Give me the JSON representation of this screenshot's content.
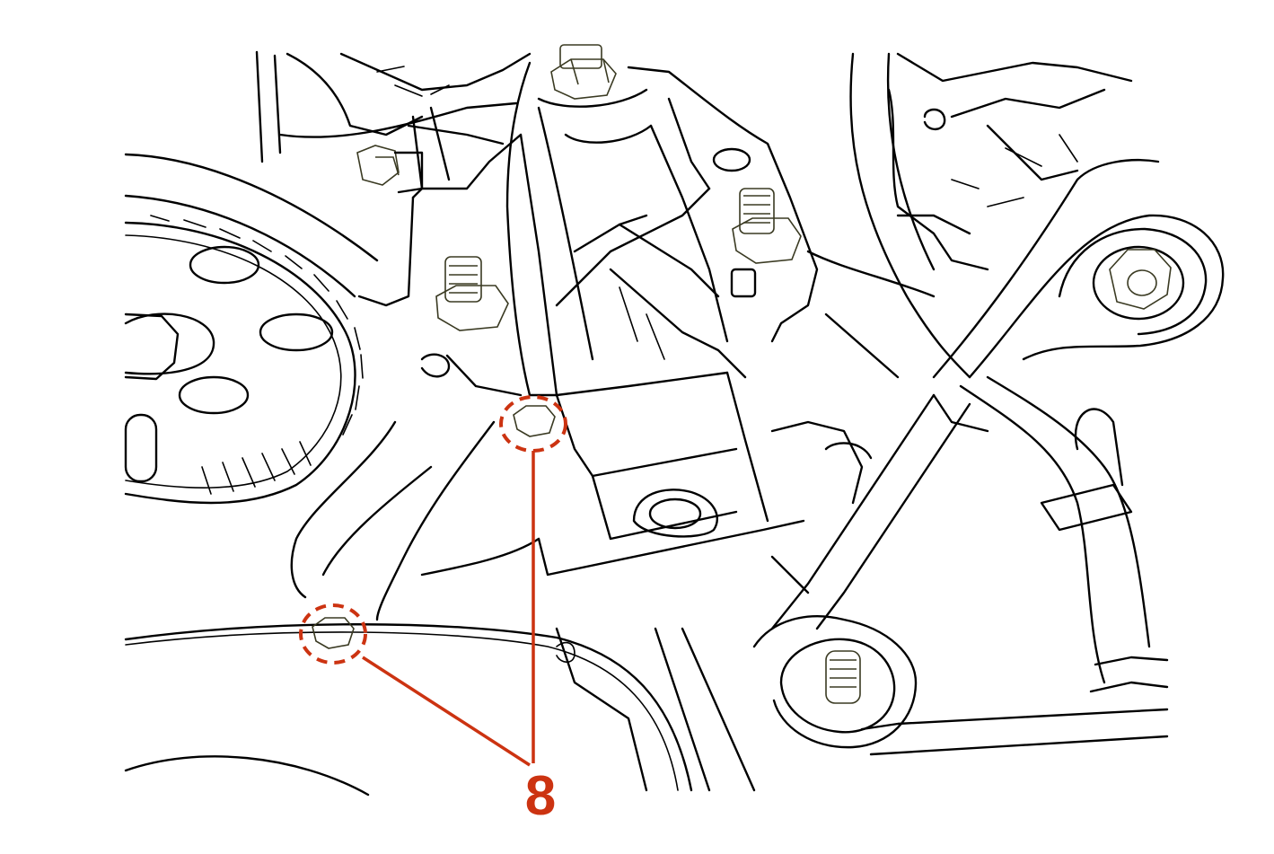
{
  "diagram": {
    "callout_number": "8",
    "colors": {
      "line": "#000000",
      "highlight": "#cc3311",
      "background": "#ffffff"
    },
    "annotations": [
      {
        "label": "8",
        "target": "upper-bolt"
      },
      {
        "label": "8",
        "target": "lower-bolt"
      }
    ]
  }
}
